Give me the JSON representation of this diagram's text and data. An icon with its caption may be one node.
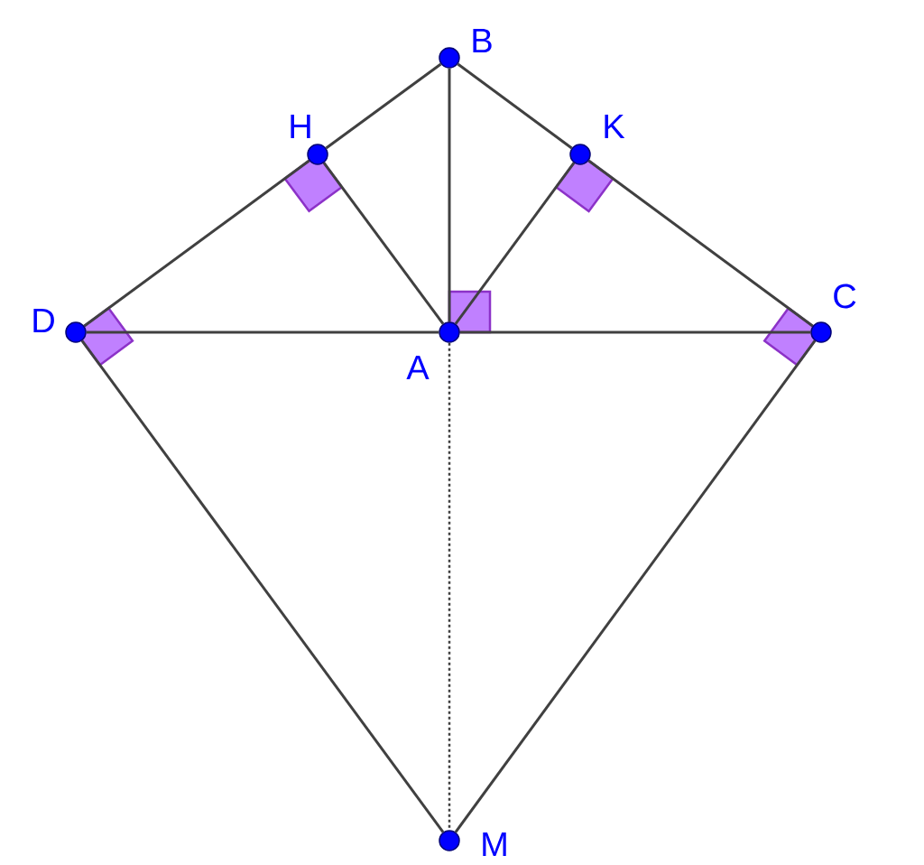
{
  "diagram": {
    "nodes": [
      {
        "text": [],
        "shape": "circle",
        "beside": [
          "B"
        ]
      },
      {
        "text": [],
        "shape": "circle",
        "beside": [
          "H"
        ]
      },
      {
        "text": [],
        "shape": "circle",
        "beside": [
          "K"
        ]
      },
      {
        "text": [],
        "shape": "circle",
        "beside": [
          "D"
        ]
      },
      {
        "text": [],
        "shape": "circle",
        "beside": [
          "A"
        ]
      },
      {
        "text": [],
        "shape": "circle",
        "beside": [
          "C"
        ]
      },
      {
        "text": [],
        "shape": "circle",
        "beside": [
          "M"
        ]
      }
    ],
    "edges": [
      {
        "from": 0,
        "to": 1,
        "arrow": "none"
      },
      {
        "from": 1,
        "to": 3,
        "arrow": "none"
      },
      {
        "from": 0,
        "to": 2,
        "arrow": "none"
      },
      {
        "from": 2,
        "to": 5,
        "arrow": "none"
      },
      {
        "from": 0,
        "to": 4,
        "arrow": "none"
      },
      {
        "from": 1,
        "to": 4,
        "arrow": "none"
      },
      {
        "from": 2,
        "to": 4,
        "arrow": "none"
      },
      {
        "from": 3,
        "to": 4,
        "arrow": "none"
      },
      {
        "from": 4,
        "to": 5,
        "arrow": "none"
      },
      {
        "from": 3,
        "to": 6,
        "arrow": "none"
      },
      {
        "from": 5,
        "to": 6,
        "arrow": "none"
      },
      {
        "from": 4,
        "to": 6,
        "arrow": "none",
        "style": "dashed"
      }
    ]
  }
}
